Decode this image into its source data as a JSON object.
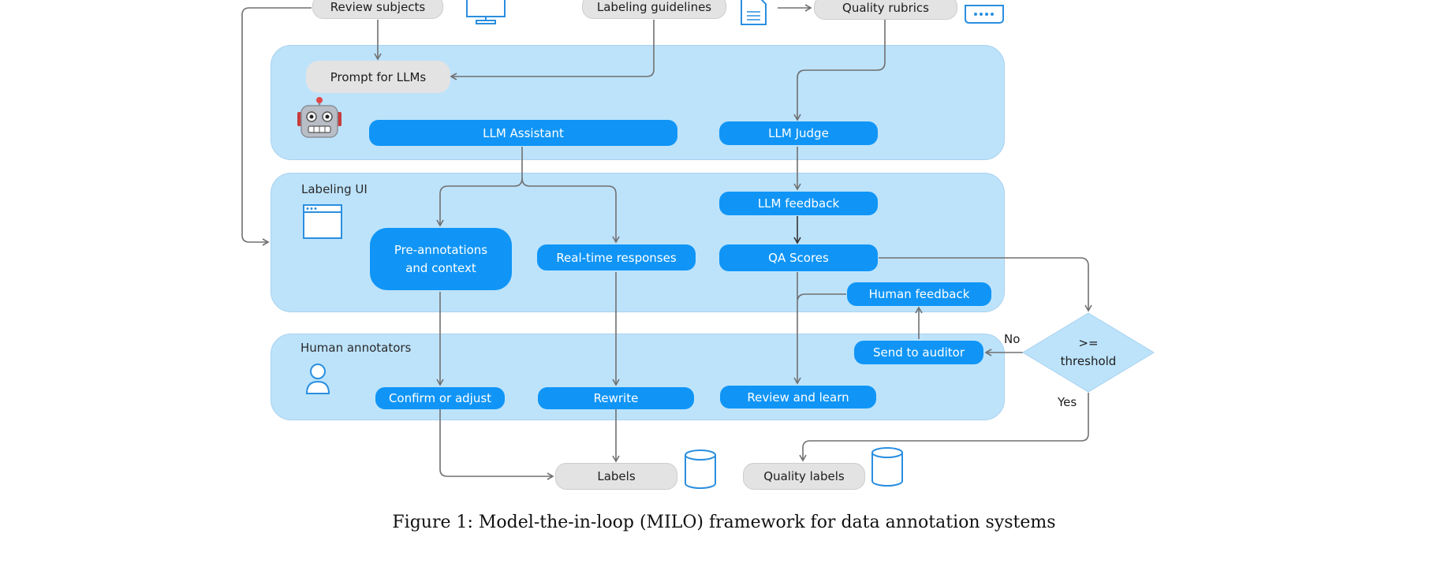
{
  "diagram": {
    "panels": {
      "llm": "",
      "labeling_ui": "Labeling UI",
      "human_annotators": "Human annotators"
    },
    "inputs": {
      "review_subjects": "Review subjects",
      "labeling_guidelines": "Labeling guidelines",
      "quality_rubrics": "Quality rubrics"
    },
    "nodes": {
      "prompt_for_llms": "Prompt for LLMs",
      "llm_assistant": "LLM Assistant",
      "llm_judge": "LLM Judge",
      "llm_feedback": "LLM feedback",
      "pre_annotations_line1": "Pre-annotations",
      "pre_annotations_line2": "and context",
      "real_time_responses": "Real-time responses",
      "qa_scores": "QA Scores",
      "human_feedback": "Human feedback",
      "send_to_auditor": "Send to auditor",
      "confirm_or_adjust": "Confirm or adjust",
      "rewrite": "Rewrite",
      "review_and_learn": "Review and learn",
      "labels": "Labels",
      "quality_labels": "Quality labels",
      "threshold_line1": ">=",
      "threshold_line2": "threshold"
    },
    "edge_labels": {
      "no": "No",
      "yes": "Yes"
    },
    "icons": [
      "monitor-icon",
      "document-icon",
      "server-icon",
      "robot-icon",
      "browser-window-icon",
      "person-icon",
      "database-icon"
    ],
    "colors": {
      "panel": "#bde3fb",
      "node_blue": "#1095f6",
      "node_gray": "#e3e3e3",
      "icon_blue": "#2a8fe0",
      "arrow": "#707070"
    }
  },
  "caption": "Figure 1: Model-the-in-loop (MILO) framework for data annotation systems"
}
